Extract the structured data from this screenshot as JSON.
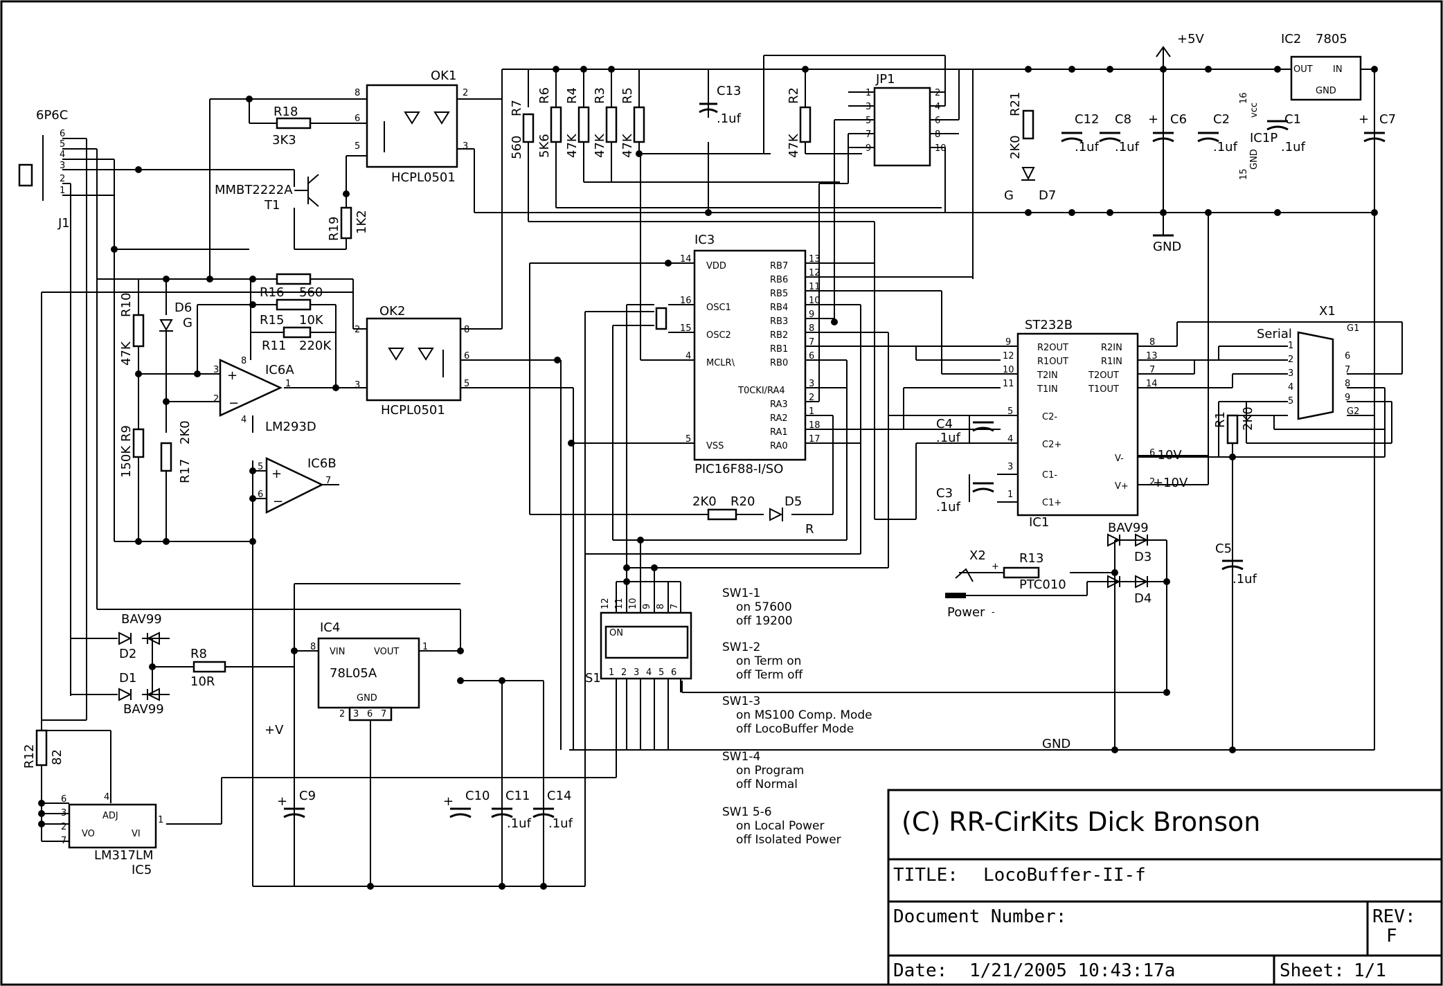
{
  "title_block": {
    "company": "(C) RR-CirKits  Dick Bronson",
    "title_label": "TITLE:",
    "title_value": "LocoBuffer-II-f",
    "docnum_label": "Document  Number:",
    "rev_label": "REV:",
    "rev_value": "F",
    "date_label": "Date:",
    "date_value": "1/21/2005 10:43:17a",
    "sheet_label": "Sheet:",
    "sheet_value": "1/1"
  },
  "components": {
    "ok1": {
      "ref": "OK1",
      "part": "HCPL0501",
      "pins": [
        "8",
        "2",
        "6",
        "5",
        "3"
      ]
    },
    "ok2": {
      "ref": "OK2",
      "part": "HCPL0501",
      "pins": [
        "2",
        "3",
        "8",
        "6",
        "5"
      ]
    },
    "ic3": {
      "ref": "IC3",
      "part": "PIC16F88-I/SO",
      "left_pins": [
        {
          "n": "14",
          "name": "VDD"
        },
        {
          "n": "16",
          "name": "OSC1"
        },
        {
          "n": "15",
          "name": "OSC2"
        },
        {
          "n": "4",
          "name": "MCLR\\"
        },
        {
          "n": "5",
          "name": "VSS"
        }
      ],
      "right_pins": [
        {
          "n": "13",
          "name": "RB7"
        },
        {
          "n": "12",
          "name": "RB6"
        },
        {
          "n": "11",
          "name": "RB5"
        },
        {
          "n": "10",
          "name": "RB4"
        },
        {
          "n": "9",
          "name": "RB3"
        },
        {
          "n": "8",
          "name": "RB2"
        },
        {
          "n": "7",
          "name": "RB1"
        },
        {
          "n": "6",
          "name": "RB0"
        },
        {
          "n": "3",
          "name": "T0CKI/RA4"
        },
        {
          "n": "2",
          "name": "RA3"
        },
        {
          "n": "1",
          "name": "RA2"
        },
        {
          "n": "18",
          "name": "RA1"
        },
        {
          "n": "17",
          "name": "RA0"
        }
      ]
    },
    "ic1": {
      "ref": "IC1",
      "part": "ST232B",
      "left_pins": [
        {
          "n": "9",
          "name": "R2OUT"
        },
        {
          "n": "12",
          "name": "R1OUT"
        },
        {
          "n": "10",
          "name": "T2IN"
        },
        {
          "n": "11",
          "name": "T1IN"
        },
        {
          "n": "5",
          "name": "C2-"
        },
        {
          "n": "4",
          "name": "C2+"
        },
        {
          "n": "3",
          "name": "C1-"
        },
        {
          "n": "1",
          "name": "C1+"
        }
      ],
      "right_pins": [
        {
          "n": "8",
          "name": "R2IN"
        },
        {
          "n": "13",
          "name": "R1IN"
        },
        {
          "n": "7",
          "name": "T2OUT"
        },
        {
          "n": "14",
          "name": "T1OUT"
        },
        {
          "n": "6",
          "name": "V-"
        },
        {
          "n": "2",
          "name": "V+"
        }
      ]
    },
    "ic2": {
      "ref": "IC2",
      "part": "7805",
      "out": "OUT",
      "in": "IN",
      "gnd": "GND"
    },
    "ic4": {
      "ref": "IC4",
      "part": "78L05A",
      "vin": "VIN",
      "vout": "VOUT",
      "gnd": "GND",
      "pins": [
        "8",
        "1",
        "2",
        "3",
        "6",
        "7"
      ]
    },
    "ic5": {
      "ref": "IC5",
      "part": "LM317LM",
      "adj": "ADJ",
      "vo": "VO",
      "vi": "VI",
      "pins": [
        "6",
        "3",
        "2",
        "7",
        "4",
        "1"
      ]
    },
    "ic6a": {
      "ref": "IC6A",
      "part": "LM293D",
      "pins": [
        "3",
        "2",
        "1",
        "8",
        "4"
      ]
    },
    "ic6b": {
      "ref": "IC6B",
      "pins": [
        "5",
        "6",
        "7"
      ]
    },
    "ic1p": {
      "ref": "IC1P",
      "vcc": "vcc",
      "gnd": "GND",
      "pins": [
        "16",
        "15"
      ]
    },
    "t1": {
      "ref": "T1",
      "part": "MMBT2222A"
    },
    "jp1": {
      "ref": "JP1",
      "left": [
        "1",
        "3",
        "5",
        "7",
        "9"
      ],
      "right": [
        "2",
        "4",
        "6",
        "8",
        "10"
      ]
    },
    "j1": {
      "ref": "J1",
      "part": "6P6C",
      "pins": [
        "6",
        "5",
        "4",
        "3",
        "2",
        "1"
      ]
    },
    "x1": {
      "ref": "X1",
      "part": "Serial",
      "left": [
        "1",
        "2",
        "3",
        "4",
        "5"
      ],
      "right": [
        "6",
        "7",
        "8",
        "9"
      ],
      "g1": "G1",
      "g2": "G2"
    },
    "x2": {
      "ref": "X2",
      "part": "Power",
      "plus": "+",
      "minus": "-"
    },
    "s1": {
      "ref": "S1",
      "on": "ON",
      "top_pins": [
        "12",
        "11",
        "10",
        "9",
        "8",
        "7"
      ],
      "bottom_pins": [
        "1",
        "2",
        "3",
        "4",
        "5",
        "6"
      ]
    },
    "resistors": [
      {
        "ref": "R18",
        "val": "3K3"
      },
      {
        "ref": "R19",
        "val": "1K2"
      },
      {
        "ref": "R16",
        "val": "560"
      },
      {
        "ref": "R15",
        "val": "10K"
      },
      {
        "ref": "R11",
        "val": "220K"
      },
      {
        "ref": "R10",
        "val": "47K"
      },
      {
        "ref": "R9",
        "val": "150K"
      },
      {
        "ref": "R17",
        "val": "2K0"
      },
      {
        "ref": "R7",
        "val": "560"
      },
      {
        "ref": "R6",
        "val": "5K6"
      },
      {
        "ref": "R4",
        "val": "47K"
      },
      {
        "ref": "R3",
        "val": "47K"
      },
      {
        "ref": "R5",
        "val": "47K"
      },
      {
        "ref": "R2",
        "val": "47K"
      },
      {
        "ref": "R21",
        "val": "2K0"
      },
      {
        "ref": "R20",
        "val": "2K0"
      },
      {
        "ref": "R8",
        "val": "10R"
      },
      {
        "ref": "R12",
        "val": "82"
      },
      {
        "ref": "R1",
        "val": "2K0"
      },
      {
        "ref": "R13",
        "val": "PTC010"
      }
    ],
    "capacitors": [
      {
        "ref": "C13",
        "val": ".1uf"
      },
      {
        "ref": "C12",
        "val": ".1uf"
      },
      {
        "ref": "C8",
        "val": ".1uf"
      },
      {
        "ref": "C6",
        "val": ""
      },
      {
        "ref": "C2",
        "val": ".1uf"
      },
      {
        "ref": "C1",
        "val": ".1uf"
      },
      {
        "ref": "C7",
        "val": ""
      },
      {
        "ref": "C4",
        "val": ".1uf"
      },
      {
        "ref": "C3",
        "val": ".1uf"
      },
      {
        "ref": "C5",
        "val": ".1uf"
      },
      {
        "ref": "C9",
        "val": ""
      },
      {
        "ref": "C10",
        "val": ""
      },
      {
        "ref": "C11",
        "val": ".1uf"
      },
      {
        "ref": "C14",
        "val": ".1uf"
      }
    ],
    "diodes": [
      {
        "ref": "D6",
        "val": "G"
      },
      {
        "ref": "D7",
        "val": "G"
      },
      {
        "ref": "D5",
        "val": "R"
      },
      {
        "ref": "D3",
        "val": "BAV99"
      },
      {
        "ref": "D4",
        "val": ""
      },
      {
        "ref": "D2",
        "val": "BAV99"
      },
      {
        "ref": "D1",
        "val": "BAV99"
      }
    ]
  },
  "nets": {
    "vcc": "+5V",
    "gnd": "GND",
    "plus_v": "+V",
    "gnd2": "GND",
    "vminus": "-10V",
    "vplus": "+10V"
  },
  "notes": [
    {
      "head": "SW1-1",
      "l1": "on     57600",
      "l2": "off    19200"
    },
    {
      "head": "SW1-2",
      "l1": "on     Term on",
      "l2": "off    Term off"
    },
    {
      "head": "SW1-3",
      "l1": "on     MS100 Comp. Mode",
      "l2": "off    LocoBuffer Mode"
    },
    {
      "head": "SW1-4",
      "l1": "on Program",
      "l2": "off Normal"
    },
    {
      "head": "SW1 5-6",
      "l1": "on     Local Power",
      "l2": "off    Isolated Power"
    }
  ]
}
